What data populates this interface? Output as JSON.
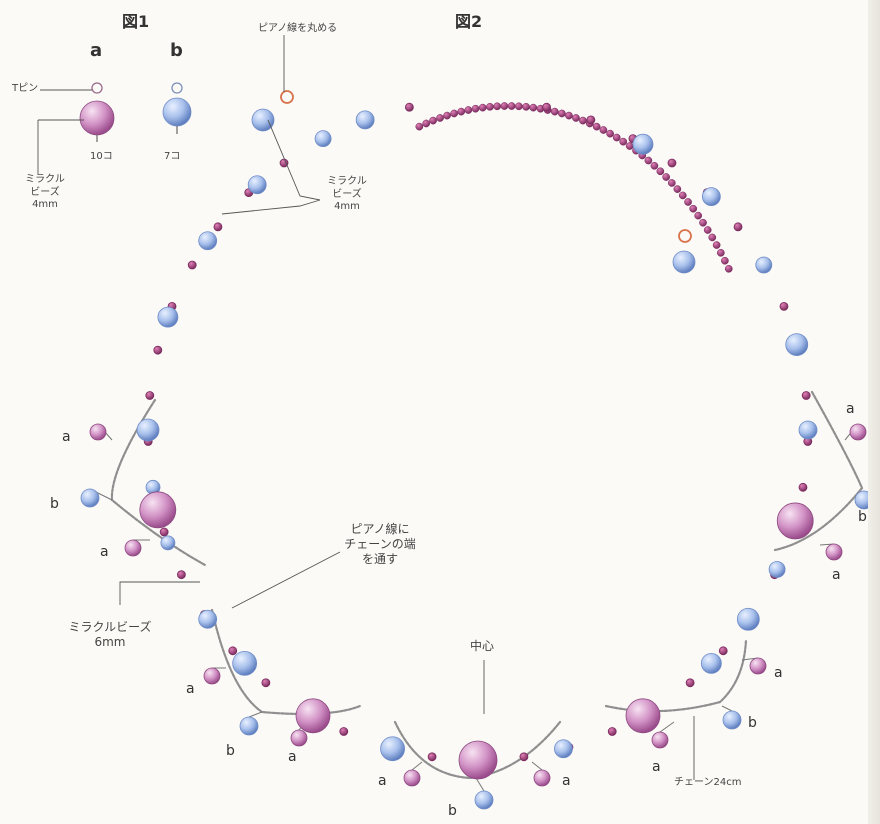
{
  "fig1": {
    "title": "図1",
    "a": {
      "label": "a",
      "count": "10コ"
    },
    "b": {
      "label": "b",
      "count": "7コ"
    },
    "t_pin": "Tピン",
    "bead_name": [
      "ミラクル",
      "ビーズ",
      "4mm"
    ]
  },
  "fig2": {
    "title": "図2",
    "round_wire": "ピアノ線を丸める",
    "miracle_4mm": [
      "ミラクル",
      "ビーズ",
      "4mm"
    ],
    "wire_chain": [
      "ピアノ線に",
      "チェーンの端",
      "を通す"
    ],
    "miracle_6mm": [
      "ミラクルビーズ",
      "6mm"
    ],
    "center": "中心",
    "chain": "チェーン24cm",
    "drops": {
      "a": "a",
      "b": "b"
    }
  },
  "colors": {
    "blue_bead": "#9fb8e6",
    "pink_bead": "#c27fb4",
    "small_bead": "#a94f86",
    "wire": "#8c3b6c",
    "chain": "#8f8f8f",
    "loop": "#d9734b"
  }
}
